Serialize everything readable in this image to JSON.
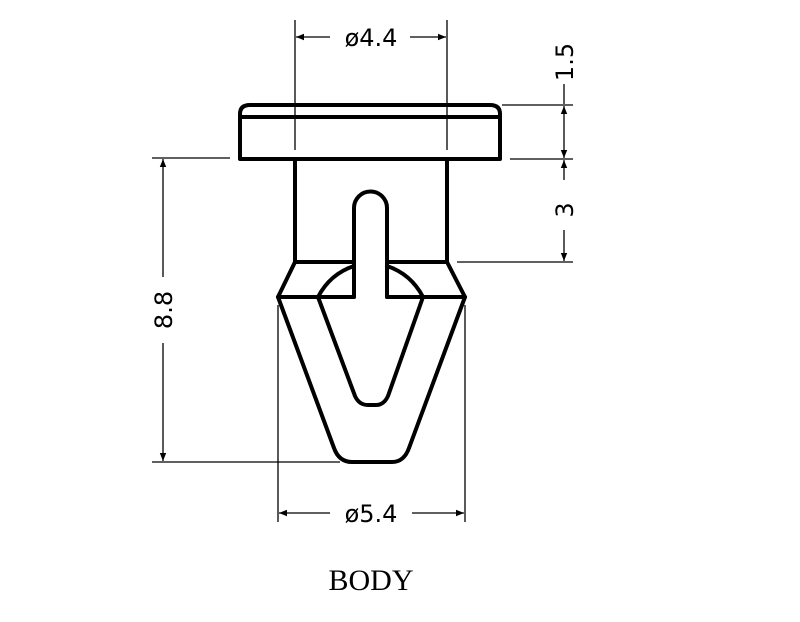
{
  "drawing": {
    "title": "BODY",
    "dimensions": {
      "top_diameter": "ø4.4",
      "bottom_diameter": "ø5.4",
      "overall_height": "8.8",
      "head_thickness": "1.5",
      "neck_height": "3"
    },
    "colors": {
      "line": "#000000",
      "background": "#ffffff"
    }
  }
}
